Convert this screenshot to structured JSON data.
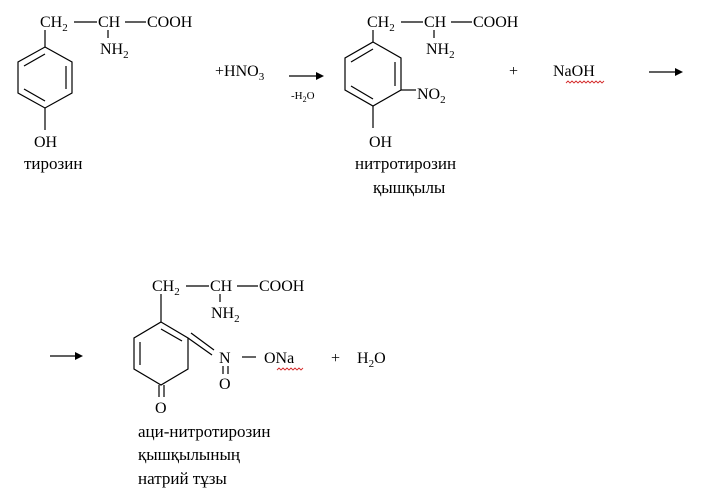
{
  "reaction": {
    "tyrosine": {
      "ch2": "CH",
      "ch2_sub": "2",
      "ch": "CH",
      "cooh": "COOH",
      "nh2": "NH",
      "nh2_sub": "2",
      "oh": "OH",
      "name": "тирозин"
    },
    "reagent_hno3": {
      "text": "+HNO",
      "sub": "3"
    },
    "arrow1_condition": {
      "text": "-H",
      "sub": "2",
      "tail": "O"
    },
    "nitrotyrosine": {
      "ch2": "CH",
      "ch2_sub": "2",
      "ch": "CH",
      "cooh": "COOH",
      "nh2": "NH",
      "nh2_sub": "2",
      "no2": "NO",
      "no2_sub": "2",
      "oh": "OH",
      "name_line1": "нитротирозин",
      "name_line2": "қышқылы"
    },
    "plus1": "+",
    "reagent_naoh": "NaOH",
    "product": {
      "ch2": "CH",
      "ch2_sub": "2",
      "ch": "CH",
      "cooh": "COOH",
      "nh2": "NH",
      "nh2_sub": "2",
      "n": "N",
      "ona": "ONa",
      "o_on_n": "O",
      "o_ring": "O",
      "name_line1": "аци-нитротирозин",
      "name_line2": "қышқылының",
      "name_line3": "натрий тұзы"
    },
    "plus2": "+",
    "water": {
      "text": "H",
      "sub": "2",
      "tail": "O"
    }
  }
}
